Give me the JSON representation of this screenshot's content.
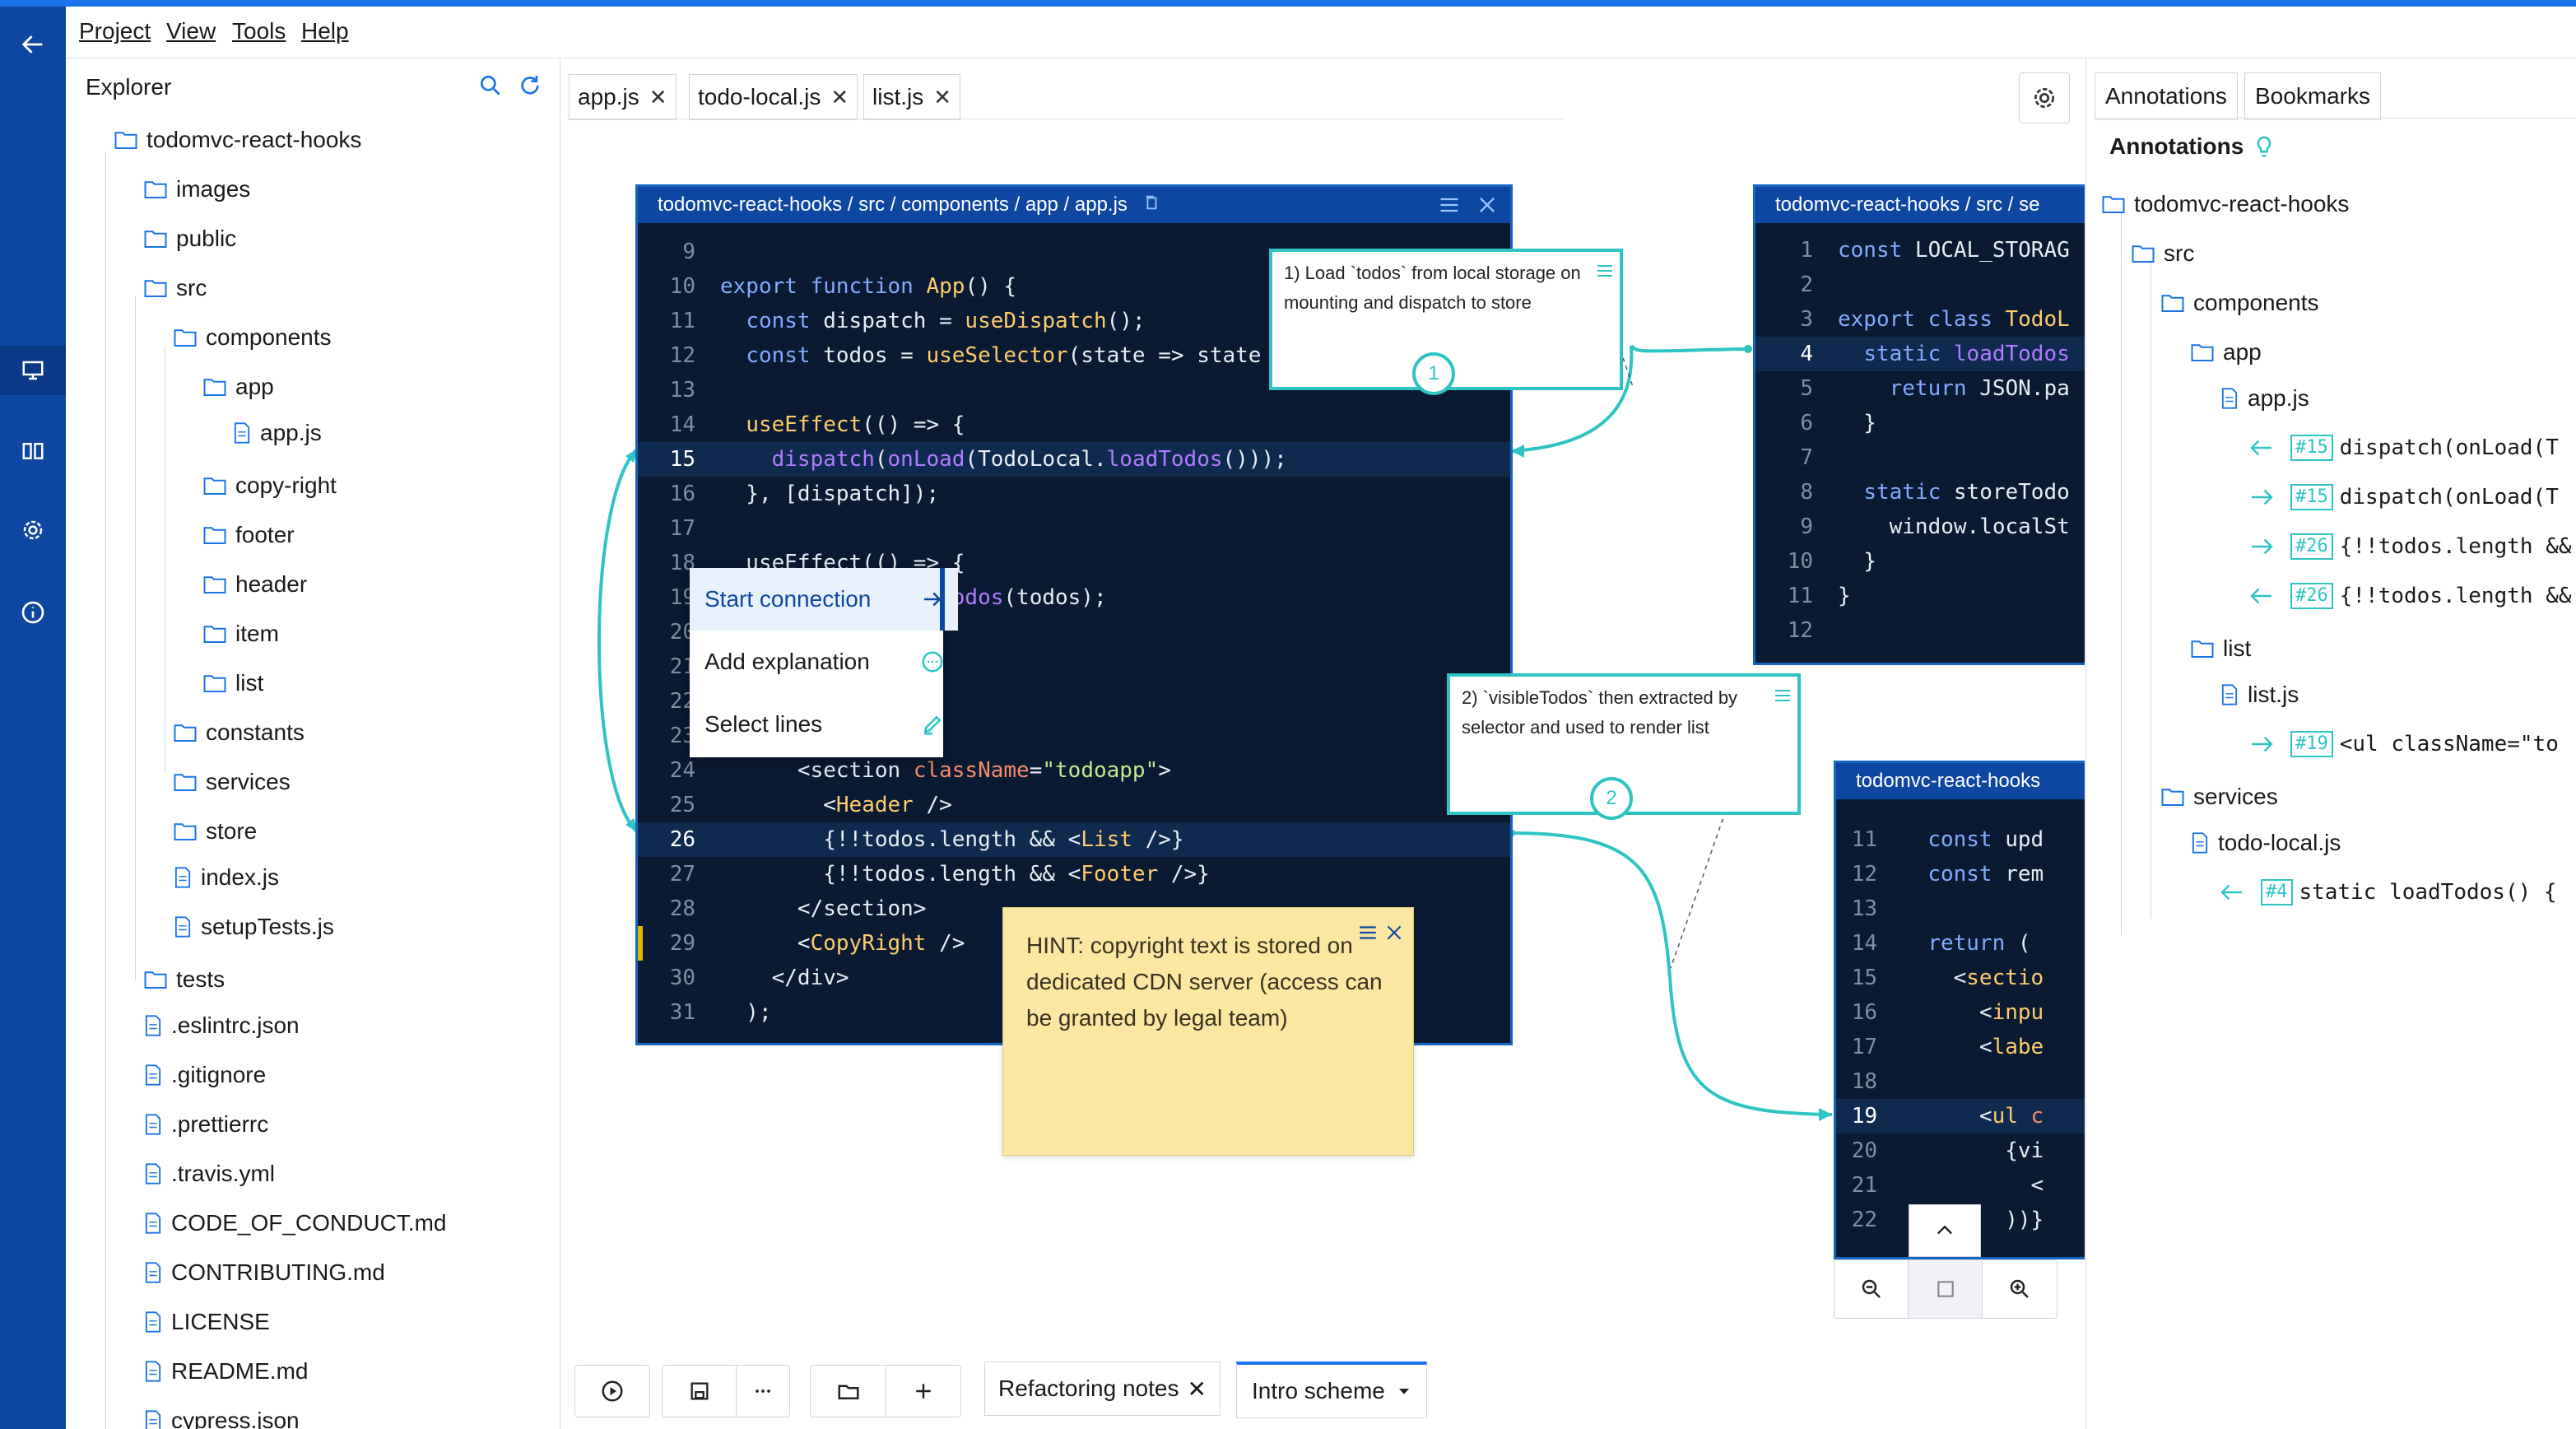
{
  "menu": {
    "project": "Project",
    "view": "View",
    "tools": "Tools",
    "help": "Help"
  },
  "explorer": {
    "title": "Explorer",
    "items": [
      {
        "label": "todomvc-react-hooks",
        "type": "folder",
        "depth": 0
      },
      {
        "label": "images",
        "type": "folder",
        "depth": 1
      },
      {
        "label": "public",
        "type": "folder",
        "depth": 1
      },
      {
        "label": "src",
        "type": "folder",
        "depth": 1
      },
      {
        "label": "components",
        "type": "folder",
        "depth": 2
      },
      {
        "label": "app",
        "type": "folder",
        "depth": 3
      },
      {
        "label": "app.js",
        "type": "file",
        "depth": 4
      },
      {
        "label": "copy-right",
        "type": "folder",
        "depth": 3
      },
      {
        "label": "footer",
        "type": "folder",
        "depth": 3
      },
      {
        "label": "header",
        "type": "folder",
        "depth": 3
      },
      {
        "label": "item",
        "type": "folder",
        "depth": 3
      },
      {
        "label": "list",
        "type": "folder",
        "depth": 3
      },
      {
        "label": "constants",
        "type": "folder",
        "depth": 2
      },
      {
        "label": "services",
        "type": "folder",
        "depth": 2
      },
      {
        "label": "store",
        "type": "folder",
        "depth": 2
      },
      {
        "label": "index.js",
        "type": "file",
        "depth": 2
      },
      {
        "label": "setupTests.js",
        "type": "file",
        "depth": 2
      },
      {
        "label": "tests",
        "type": "folder",
        "depth": 1
      },
      {
        "label": ".eslintrc.json",
        "type": "file",
        "depth": 1
      },
      {
        "label": ".gitignore",
        "type": "file",
        "depth": 1
      },
      {
        "label": ".prettierrc",
        "type": "file",
        "depth": 1
      },
      {
        "label": ".travis.yml",
        "type": "file",
        "depth": 1
      },
      {
        "label": "CODE_OF_CONDUCT.md",
        "type": "file",
        "depth": 1
      },
      {
        "label": "CONTRIBUTING.md",
        "type": "file",
        "depth": 1
      },
      {
        "label": "LICENSE",
        "type": "file",
        "depth": 1
      },
      {
        "label": "README.md",
        "type": "file",
        "depth": 1
      },
      {
        "label": "cypress.json",
        "type": "file",
        "depth": 1
      }
    ]
  },
  "tabs": [
    {
      "label": "app.js"
    },
    {
      "label": "todo-local.js"
    },
    {
      "label": "list.js"
    }
  ],
  "win1": {
    "path": "todomvc-react-hooks / src / components / app / app.js",
    "lines": [
      {
        "n": "9",
        "t": []
      },
      {
        "n": "10",
        "t": [
          [
            "kw",
            "export "
          ],
          [
            "kw",
            "function "
          ],
          [
            "fn",
            "App"
          ],
          [
            "tx",
            "() {"
          ]
        ]
      },
      {
        "n": "11",
        "t": [
          [
            "tx",
            "  "
          ],
          [
            "kw",
            "const "
          ],
          [
            "tx",
            "dispatch = "
          ],
          [
            "fn",
            "useDispatch"
          ],
          [
            "tx",
            "();"
          ]
        ]
      },
      {
        "n": "12",
        "t": [
          [
            "tx",
            "  "
          ],
          [
            "kw",
            "const "
          ],
          [
            "tx",
            "todos = "
          ],
          [
            "fn",
            "useSelector"
          ],
          [
            "tx",
            "(state => state"
          ]
        ]
      },
      {
        "n": "13",
        "t": []
      },
      {
        "n": "14",
        "t": [
          [
            "tx",
            "  "
          ],
          [
            "fn",
            "useEffect"
          ],
          [
            "tx",
            "(() => {"
          ]
        ]
      },
      {
        "n": "15",
        "t": [
          [
            "tx",
            "    "
          ],
          [
            "gr",
            "dispatch"
          ],
          [
            "tx",
            "("
          ],
          [
            "gr",
            "onLoad"
          ],
          [
            "tx",
            "("
          ],
          [
            "tx",
            "TodoLocal."
          ],
          [
            "gr",
            "loadTodos"
          ],
          [
            "tx",
            "()));"
          ]
        ],
        "hl": true
      },
      {
        "n": "16",
        "t": [
          [
            "tx",
            "  }, [dispatch]);"
          ]
        ]
      },
      {
        "n": "17",
        "t": []
      },
      {
        "n": "18",
        "t": [
          [
            "tx",
            "  useEffect(() => {"
          ]
        ]
      },
      {
        "n": "19",
        "t": [
          [
            "tx",
            "    storeTodos."
          ],
          [
            "gr",
            "reTodos"
          ],
          [
            "tx",
            "(todos);"
          ]
        ]
      },
      {
        "n": "20",
        "t": []
      },
      {
        "n": "21",
        "t": []
      },
      {
        "n": "22",
        "t": []
      },
      {
        "n": "23",
        "t": [
          [
            "tx",
            "    <section>"
          ]
        ]
      },
      {
        "n": "24",
        "t": [
          [
            "tx",
            "      <section "
          ],
          [
            "at",
            "className"
          ],
          [
            "tx",
            "="
          ],
          [
            "st",
            "\"todoapp\""
          ],
          [
            "tx",
            ">"
          ]
        ]
      },
      {
        "n": "25",
        "t": [
          [
            "tx",
            "        <"
          ],
          [
            "tg",
            "Header"
          ],
          [
            "tx",
            " />"
          ]
        ]
      },
      {
        "n": "26",
        "t": [
          [
            "tx",
            "        {!!todos.length && <"
          ],
          [
            "tg",
            "List"
          ],
          [
            "tx",
            " />}"
          ]
        ],
        "hl": true
      },
      {
        "n": "27",
        "t": [
          [
            "tx",
            "        {!!todos.length && <"
          ],
          [
            "tg",
            "Footer"
          ],
          [
            "tx",
            " />}"
          ]
        ]
      },
      {
        "n": "28",
        "t": [
          [
            "tx",
            "      </section>"
          ]
        ]
      },
      {
        "n": "29",
        "t": [
          [
            "tx",
            "      <"
          ],
          [
            "tg",
            "CopyRight"
          ],
          [
            "tx",
            " />"
          ]
        ],
        "mark": true
      },
      {
        "n": "30",
        "t": [
          [
            "tx",
            "    </div>"
          ]
        ]
      },
      {
        "n": "31",
        "t": [
          [
            "tx",
            "  );"
          ]
        ]
      }
    ]
  },
  "win2": {
    "path": "todomvc-react-hooks / src / se",
    "lines": [
      {
        "n": "1",
        "t": [
          [
            "kw",
            "const "
          ],
          [
            "tx",
            "LOCAL_STORAG"
          ]
        ]
      },
      {
        "n": "2",
        "t": []
      },
      {
        "n": "3",
        "t": [
          [
            "kw",
            "export "
          ],
          [
            "kw",
            "class "
          ],
          [
            "fn",
            "TodoL"
          ]
        ]
      },
      {
        "n": "4",
        "t": [
          [
            "tx",
            "  "
          ],
          [
            "kw",
            "static "
          ],
          [
            "gr",
            "loadTodos"
          ]
        ],
        "hl": true
      },
      {
        "n": "5",
        "t": [
          [
            "tx",
            "    "
          ],
          [
            "kw",
            "return "
          ],
          [
            "tx",
            "JSON.pa"
          ]
        ]
      },
      {
        "n": "6",
        "t": [
          [
            "tx",
            "  }"
          ]
        ]
      },
      {
        "n": "7",
        "t": []
      },
      {
        "n": "8",
        "t": [
          [
            "tx",
            "  "
          ],
          [
            "kw",
            "static "
          ],
          [
            "tx",
            "storeTodo"
          ]
        ]
      },
      {
        "n": "9",
        "t": [
          [
            "tx",
            "    window.localSt"
          ]
        ]
      },
      {
        "n": "10",
        "t": [
          [
            "tx",
            "  }"
          ]
        ]
      },
      {
        "n": "11",
        "t": [
          [
            "tx",
            "}"
          ]
        ]
      },
      {
        "n": "12",
        "t": []
      }
    ]
  },
  "win3": {
    "path": "todomvc-react-hooks",
    "lines": [
      {
        "n": "11",
        "t": [
          [
            "tx",
            "  "
          ],
          [
            "kw",
            "const "
          ],
          [
            "tx",
            "upd"
          ]
        ]
      },
      {
        "n": "12",
        "t": [
          [
            "tx",
            "  "
          ],
          [
            "kw",
            "const "
          ],
          [
            "tx",
            "rem"
          ]
        ]
      },
      {
        "n": "13",
        "t": []
      },
      {
        "n": "14",
        "t": [
          [
            "tx",
            "  "
          ],
          [
            "kw",
            "return "
          ],
          [
            "tx",
            "("
          ]
        ]
      },
      {
        "n": "15",
        "t": [
          [
            "tx",
            "    <"
          ],
          [
            "tg",
            "sectio"
          ]
        ]
      },
      {
        "n": "16",
        "t": [
          [
            "tx",
            "      <"
          ],
          [
            "tg",
            "inpu"
          ]
        ]
      },
      {
        "n": "17",
        "t": [
          [
            "tx",
            "      <"
          ],
          [
            "tg",
            "labe"
          ]
        ]
      },
      {
        "n": "18",
        "t": []
      },
      {
        "n": "19",
        "t": [
          [
            "tx",
            "      <"
          ],
          [
            "tg",
            "ul "
          ],
          [
            "at",
            "c"
          ]
        ],
        "hl": true
      },
      {
        "n": "20",
        "t": [
          [
            "tx",
            "        {vi"
          ]
        ]
      },
      {
        "n": "21",
        "t": [
          [
            "tx",
            "          <"
          ]
        ]
      },
      {
        "n": "22",
        "t": [
          [
            "tx",
            "        ))}"
          ]
        ]
      }
    ]
  },
  "notes": {
    "n1": "1) Load `todos` from local storage on mounting and dispatch to store",
    "n1_badge": "1",
    "n2": "2) `visibleTodos` then extracted by selector and used to render list",
    "n2_badge": "2"
  },
  "ctx": {
    "start": "Start connection",
    "explain": "Add explanation",
    "select": "Select lines"
  },
  "hint": "HINT: copyright text is stored on dedicated CDN server (access can be granted by legal team)",
  "bottom": {
    "tab1": "Refactoring notes",
    "tab2": "Intro scheme"
  },
  "right": {
    "tab_annotations": "Annotations",
    "tab_bookmarks": "Bookmarks",
    "title": "Annotations",
    "tree": [
      {
        "label": "todomvc-react-hooks",
        "type": "folder",
        "depth": 0
      },
      {
        "label": "src",
        "type": "folder",
        "depth": 1
      },
      {
        "label": "components",
        "type": "folder",
        "depth": 2
      },
      {
        "label": "app",
        "type": "folder",
        "depth": 3
      },
      {
        "label": "app.js",
        "type": "file",
        "depth": 4
      },
      {
        "badge": "#15",
        "code": "dispatch(onLoad(T",
        "dir": "left",
        "depth": 5
      },
      {
        "badge": "#15",
        "code": "dispatch(onLoad(T",
        "dir": "right",
        "depth": 5
      },
      {
        "badge": "#26",
        "code": "{!!todos.length &&",
        "dir": "right",
        "depth": 5
      },
      {
        "badge": "#26",
        "code": "{!!todos.length &&",
        "dir": "left",
        "depth": 5
      },
      {
        "label": "list",
        "type": "folder",
        "depth": 3
      },
      {
        "label": "list.js",
        "type": "file",
        "depth": 4
      },
      {
        "badge": "#19",
        "code": "<ul className=\"to",
        "dir": "right",
        "depth": 5
      },
      {
        "label": "services",
        "type": "folder",
        "depth": 2
      },
      {
        "label": "todo-local.js",
        "type": "file",
        "depth": 3
      },
      {
        "badge": "#4",
        "code": "static loadTodos() {",
        "dir": "left",
        "depth": 4
      }
    ]
  },
  "colors": {
    "accent": "#1a73e8",
    "rail": "#0d47a1",
    "code_bg": "#0a1a33",
    "teal": "#2ec4c4",
    "hint_bg": "#fbe6a2"
  }
}
